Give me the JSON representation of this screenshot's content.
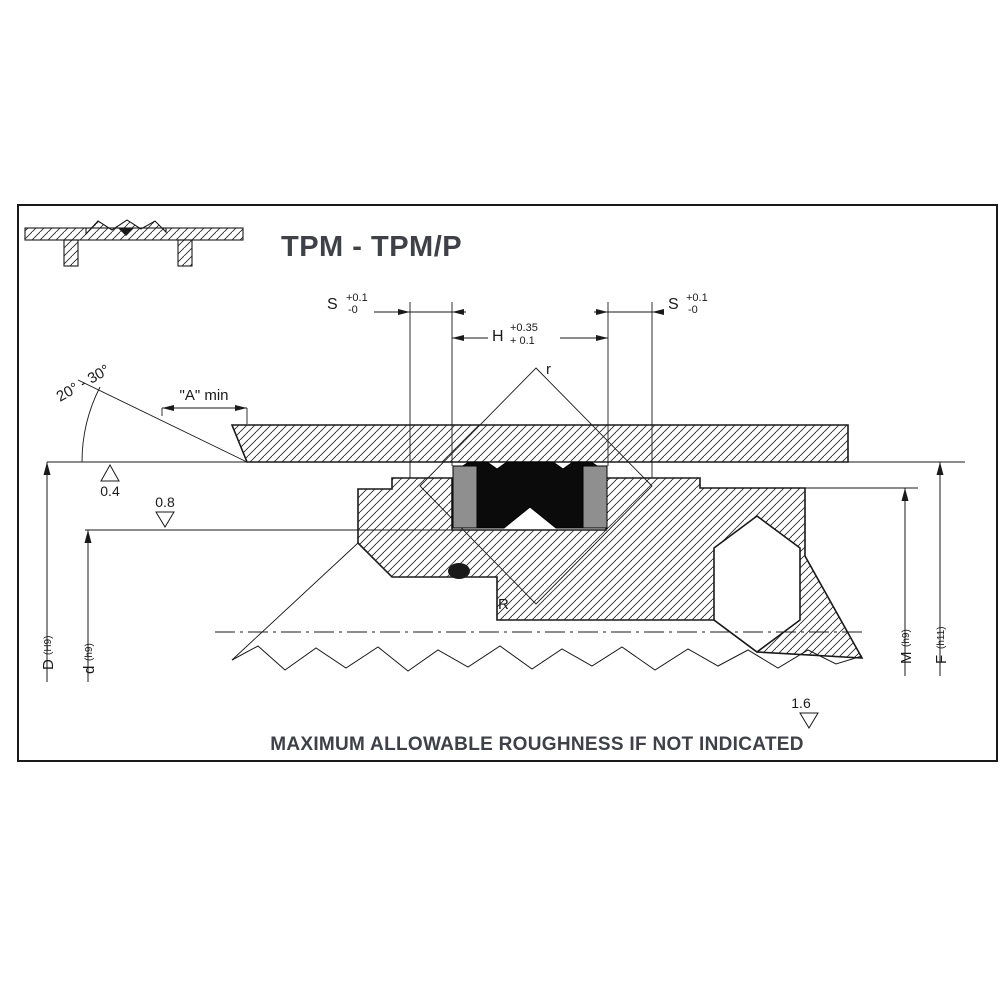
{
  "title": "TPM - TPM/P",
  "footer": "MAXIMUM ALLOWABLE ROUGHNESS IF NOT INDICATED",
  "labels": {
    "s_left": {
      "main": "S",
      "tol_top": "+0.1",
      "tol_bot": "-0"
    },
    "h": {
      "main": "H",
      "tol_top": "+0.35",
      "tol_bot": "+ 0.1"
    },
    "s_right": {
      "main": "S",
      "tol_top": "+0.1",
      "tol_bot": "-0"
    },
    "a_min": "\"A\" min",
    "angle_range": "20° - 30°",
    "radius_small": "r",
    "radius_large": "R",
    "roughness_bore": "0.4",
    "roughness_groove": "0.8",
    "roughness_general": "1.6",
    "dia_bore": {
      "main": "D",
      "suffix": "(H9)"
    },
    "dia_rod": {
      "main": "d",
      "suffix": "(h9)"
    },
    "dia_m": {
      "main": "M",
      "suffix": "(h9)"
    },
    "dia_f": {
      "main": "F",
      "suffix": "(h11)"
    }
  },
  "colors": {
    "line": "#1a1a1a",
    "title": "#3f4048",
    "seal_black": "#0b0b0b",
    "backup_gray": "#8f8f8f"
  }
}
